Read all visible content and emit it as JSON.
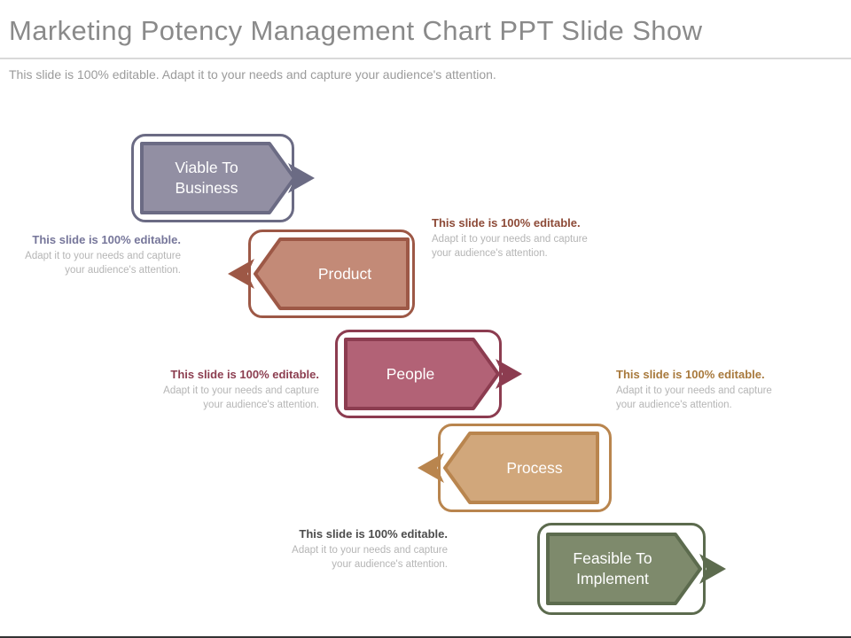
{
  "header": {
    "title": "Marketing Potency Management Chart PPT Slide Show",
    "subtitle": "This slide is 100% editable. Adapt it to your needs and capture your audience's attention."
  },
  "steps": [
    {
      "label": "Viable To Business",
      "fill": "#928fa3",
      "border": "#6b6b84",
      "direction": "right"
    },
    {
      "label": "Product",
      "fill": "#c38a77",
      "border": "#9d5846",
      "direction": "left"
    },
    {
      "label": "People",
      "fill": "#b26276",
      "border": "#8c3c50",
      "direction": "right"
    },
    {
      "label": "Process",
      "fill": "#d1a77b",
      "border": "#b9854e",
      "direction": "left"
    },
    {
      "label": "Feasible To Implement",
      "fill": "#7e8a6c",
      "border": "#5c6b4e",
      "direction": "right"
    }
  ],
  "notes": [
    {
      "bold": "This slide is 100% editable.",
      "rest": "Adapt it to your needs and capture your audience's attention.",
      "color": "#8d4a37"
    },
    {
      "bold": "This slide is 100% editable.",
      "rest": "Adapt it to your needs and capture your audience's attention.",
      "color": "#76769a"
    },
    {
      "bold": "This slide is 100% editable.",
      "rest": "Adapt it to your needs and capture your audience's attention.",
      "color": "#8c3e50"
    },
    {
      "bold": "This slide is 100% editable.",
      "rest": "Adapt it to your needs and capture your audience's attention.",
      "color": "#a8793c"
    },
    {
      "bold": "This slide is 100% editable.",
      "rest": "Adapt it to your needs and capture your audience's attention.",
      "color": "#4c4c4c"
    }
  ]
}
